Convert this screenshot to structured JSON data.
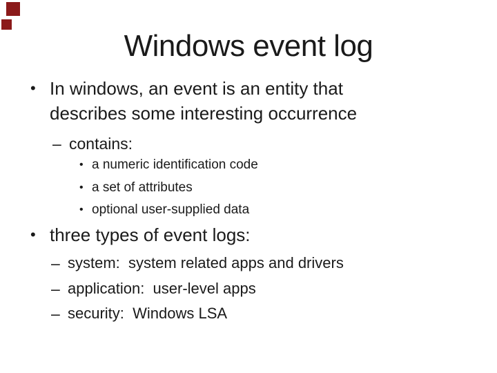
{
  "slide": {
    "title": "Windows event log",
    "markers": {
      "dot_level1": "•",
      "dash_level2": "–",
      "dot_level3": "•"
    },
    "colors": {
      "background": "#ffffff",
      "text": "#1a1a1a",
      "corner_square": "#8b1a1a"
    },
    "bullets": [
      {
        "level": 1,
        "lines": [
          "In windows, an event is an entity that",
          "describes some interesting occurrence"
        ]
      },
      {
        "level": 2,
        "lines": [
          "contains:"
        ]
      },
      {
        "level": 3,
        "lines": [
          "a numeric identification code"
        ]
      },
      {
        "level": 3,
        "lines": [
          "a set of attributes"
        ]
      },
      {
        "level": 3,
        "lines": [
          "optional user-supplied data"
        ]
      },
      {
        "level": 1,
        "lines": [
          "three types of event logs:"
        ]
      },
      {
        "level": 2,
        "lines": [
          "system:  system related apps and drivers"
        ]
      },
      {
        "level": 2,
        "lines": [
          "application:  user-level apps"
        ]
      },
      {
        "level": 2,
        "lines": [
          "security:  Windows LSA"
        ]
      }
    ]
  }
}
